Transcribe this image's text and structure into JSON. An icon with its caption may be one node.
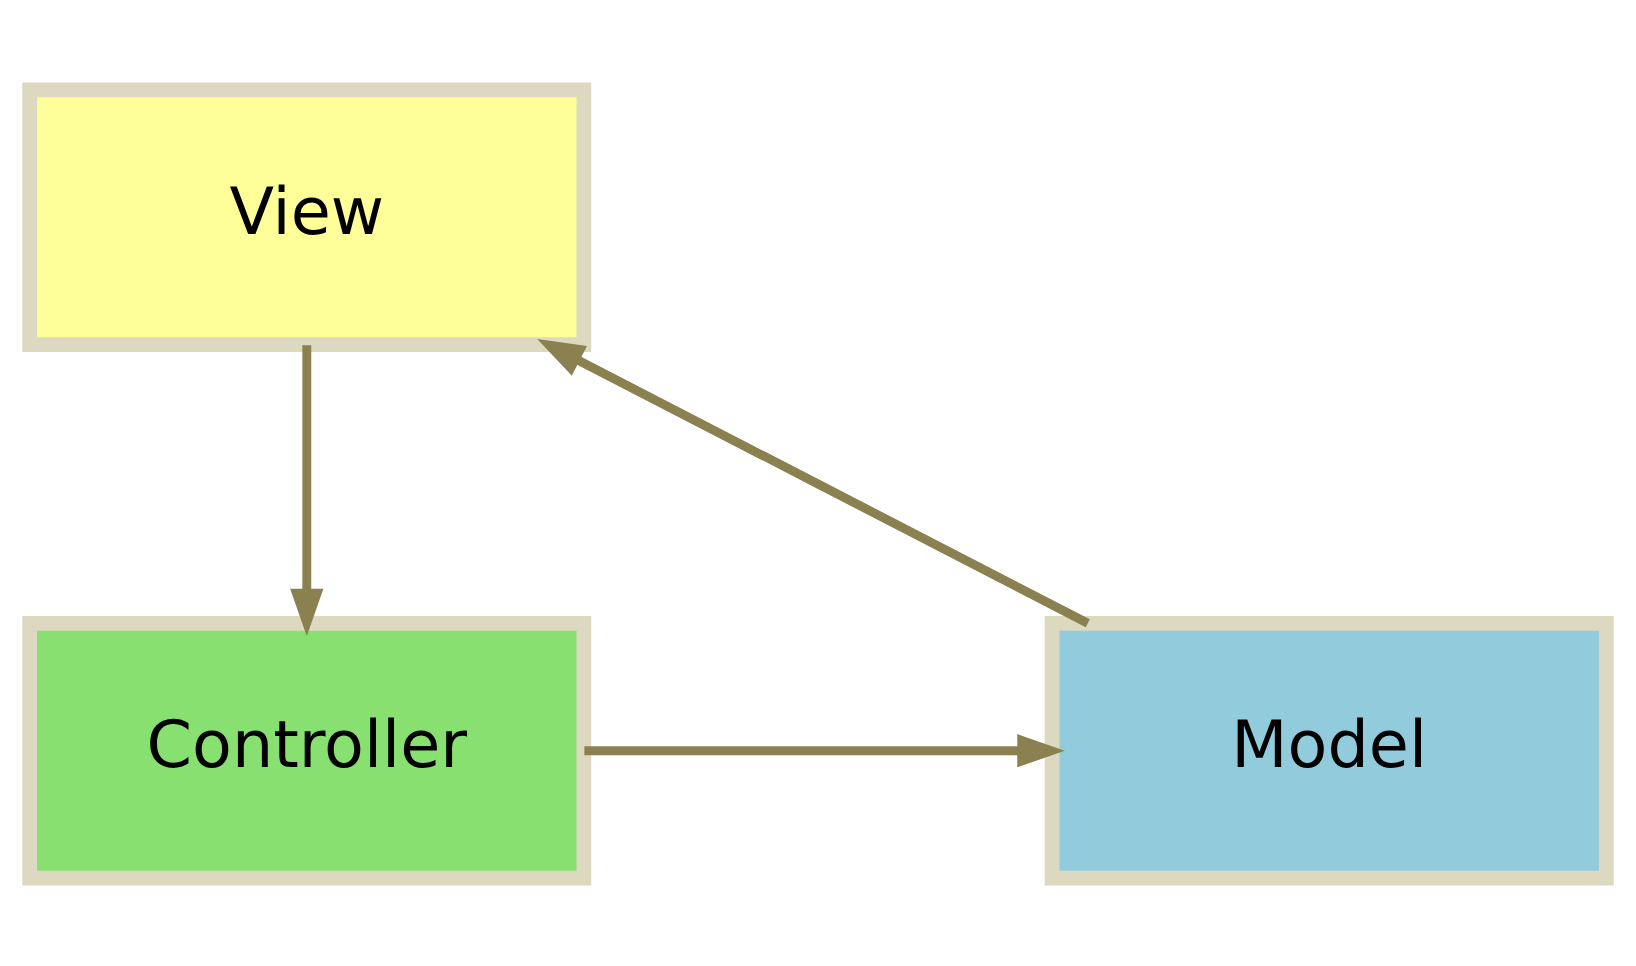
{
  "diagram": {
    "nodes": [
      {
        "text": [
          "View"
        ]
      },
      {
        "text": [
          "Controller"
        ]
      },
      {
        "text": [
          "Model"
        ]
      }
    ],
    "edges": [
      {
        "from": 0,
        "to": 1,
        "arrow": "to"
      },
      {
        "from": 1,
        "to": 2,
        "arrow": "to"
      },
      {
        "from": 2,
        "to": 0,
        "arrow": "to"
      }
    ]
  }
}
